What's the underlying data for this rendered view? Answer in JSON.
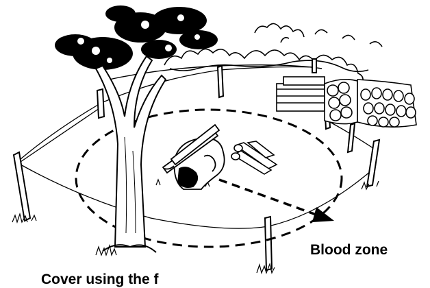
{
  "labels": {
    "blood_zone": "Blood zone",
    "bottom_caption_partial": "Cover using the f"
  },
  "colors": {
    "ink": "#000000",
    "paper": "#ffffff"
  },
  "elements": {
    "tree": "tree-illustration",
    "woodpile": "stacked-logs-illustration",
    "carcass": "animal-carcass-illustration",
    "fence": "fence-posts-with-wire",
    "blood_zone_boundary": "dashed-ellipse",
    "direction_arrow": "dashed-arrow"
  }
}
